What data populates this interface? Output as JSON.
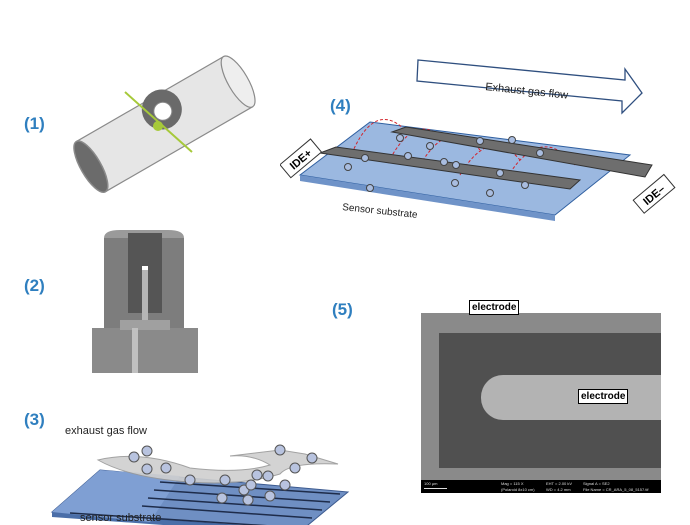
{
  "figure": {
    "panels": [
      {
        "id": "1",
        "label": "(1)",
        "description": "Sensor mounted in exhaust pipe"
      },
      {
        "id": "2",
        "label": "(2)",
        "description": "Sensor protective tube cross-section"
      },
      {
        "id": "3",
        "label": "(3)",
        "description": "Soot particles depositing on sensor",
        "annotations": {
          "flow": "exhaust gas flow",
          "substrate": "sensor substrate"
        }
      },
      {
        "id": "4",
        "label": "(4)",
        "description": "Interdigital electrodes with electric field",
        "annotations": {
          "flow": "Exhaust gas flow",
          "substrate": "Sensor substrate",
          "ide_plus": "IDE+",
          "ide_minus": "IDE–"
        }
      },
      {
        "id": "5",
        "label": "(5)",
        "description": "SEM image of soot dendrites on electrodes",
        "annotations": {
          "electrode_top": "electrode",
          "electrode_right": "electrode",
          "scale": "100 µm",
          "mag": "Mag = 115 X",
          "mag2": "(Polaroid 8x10 cm)",
          "eht": "EHT = 2.00 kV",
          "wd": "WD = 4.2 mm",
          "signal": "Signal A = SE2",
          "file": "File Name = CR_ARA_5_08_5157.tif"
        }
      }
    ]
  },
  "colors": {
    "label_blue": "#2f7fbf",
    "substrate_blue": "#8eaed6",
    "electrode_gray": "#6e6e6e",
    "field_red": "#d2232a",
    "sensor_green": "#a6c93a"
  }
}
